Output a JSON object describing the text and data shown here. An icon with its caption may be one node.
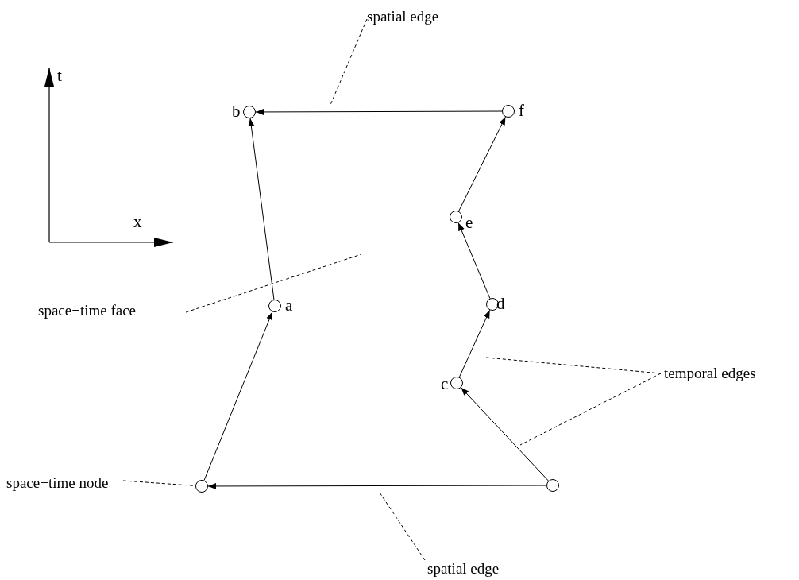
{
  "diagram": {
    "nodes": [
      {
        "text": [
          "spatial edge"
        ]
      },
      {
        "text": [],
        "shape": "circle",
        "beside": [
          "b"
        ]
      },
      {
        "text": [],
        "shape": "circle",
        "beside": [
          "f"
        ]
      },
      {
        "text": [],
        "shape": "circle",
        "beside": [
          "e"
        ]
      },
      {
        "text": [],
        "shape": "circle",
        "beside": [
          "a"
        ]
      },
      {
        "text": [
          "space−time face"
        ]
      },
      {
        "text": [],
        "shape": "circle",
        "beside": [
          "d"
        ]
      },
      {
        "text": [
          "temporal edges"
        ]
      },
      {
        "text": [],
        "shape": "circle",
        "beside": [
          "c"
        ]
      },
      {
        "text": [
          "space−time node"
        ]
      },
      {
        "text": [],
        "shape": "circle"
      },
      {
        "text": [],
        "shape": "circle"
      },
      {
        "text": [
          "spatial edge"
        ]
      }
    ],
    "edges": [
      {
        "from": 11,
        "to": 10,
        "arrow": "to"
      },
      {
        "from": 10,
        "to": 4,
        "arrow": "to"
      },
      {
        "from": 4,
        "to": 1,
        "arrow": "to"
      },
      {
        "from": 2,
        "to": 1,
        "arrow": "to"
      },
      {
        "from": 11,
        "to": 8,
        "arrow": "to"
      },
      {
        "from": 8,
        "to": 6,
        "arrow": "to"
      },
      {
        "from": 6,
        "to": 3,
        "arrow": "to"
      },
      {
        "from": 3,
        "to": 2,
        "arrow": "to"
      },
      {
        "from": 0,
        "to": null,
        "arrow": "none",
        "style": "dashed"
      },
      {
        "from": 5,
        "to": null,
        "arrow": "none",
        "style": "dashed"
      },
      {
        "from": 7,
        "to": null,
        "arrow": "none",
        "style": "dashed"
      },
      {
        "from": 7,
        "to": null,
        "arrow": "none",
        "style": "dashed"
      },
      {
        "from": 9,
        "to": 10,
        "arrow": "none",
        "style": "dashed"
      },
      {
        "from": 12,
        "to": null,
        "arrow": "none",
        "style": "dashed"
      }
    ],
    "labels": [
      "t",
      "x"
    ]
  }
}
